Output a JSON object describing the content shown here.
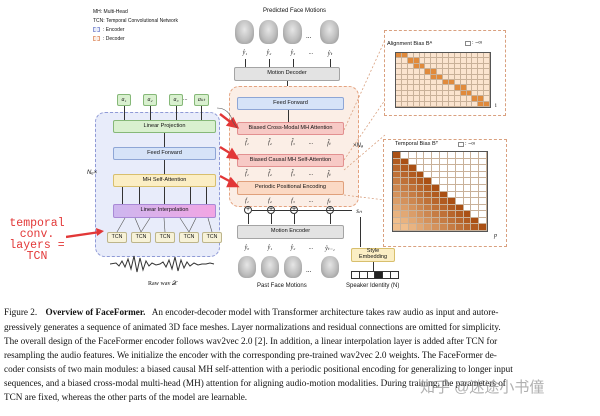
{
  "legend": {
    "mh": "MH:  Multi-Head",
    "tcn": "TCN:  Temporal Convolutional Network",
    "encoder": ": Encoder",
    "decoder": ": Decoder"
  },
  "encoder": {
    "outputs": [
      "a₁",
      "a₂",
      "a₃",
      "...",
      "aₖₜ"
    ],
    "linear_projection": "Linear Projection",
    "feed_forward": "Feed Forward",
    "mh_self_attention": "MH Self-Attention",
    "linear_interpolation": "Linear Interpolation",
    "tcn_label": "TCN",
    "repeat": "Nₑ×",
    "raw_wav": "Raw wav 𝒳"
  },
  "decoder": {
    "predicted_title": "Predicted Face Motions",
    "pred_tokens": [
      "ŷ₁",
      "ŷ₂",
      "ŷ₃",
      "...",
      "ŷₜ"
    ],
    "motion_decoder": "Motion Decoder",
    "feed_forward": "Feed Forward",
    "cross_attention": "Biased Cross-Modal MH Attention",
    "causal_attention": "Biased Causal MH Self-Attention",
    "ppe": "Periodic Positional Encoding",
    "repeat": "×Nₔ",
    "hidden_tokens": [
      "f̂₁",
      "f̂₂",
      "f̂₃",
      "...",
      "f̂ₜ"
    ],
    "f_tokens": [
      "f₁",
      "f₂",
      "f₃",
      "...",
      "fₜ"
    ],
    "sn": "sₙ",
    "motion_encoder": "Motion Encoder",
    "style_embedding": "Style Embedding",
    "past_tokens": [
      "ŷ₀",
      "ŷ₁",
      "ŷ₂",
      "...",
      "ŷₜ₋₁"
    ],
    "past_title": "Past Face Motions",
    "speaker_title": "Speaker Identity (N)"
  },
  "bias": {
    "alignment_title": "Alignment Bias Bᴬ",
    "temporal_title": "Temporal Bias Bᵀ",
    "neg_inf": ": −∞",
    "p_label": "p",
    "i_label": "i"
  },
  "annotation": {
    "lines": [
      "temporal",
      "conv.",
      "layers =",
      "TCN"
    ]
  },
  "caption": {
    "line1_prefix": "Figure 2.",
    "line1_bold": "Overview of FaceFormer.",
    "line1_rest": "An encoder-decoder model with Transformer architecture takes raw audio as input and autore-",
    "line2": "gressively generates a sequence of animated 3D face meshes. Layer normalizations and residual connections are omitted for simplicity.",
    "line3": "The overall design of the FaceFormer encoder follows wav2vec 2.0 [2]. In addition, a linear interpolation layer is added after TCN for",
    "line4": "resampling the audio features. We initialize the encoder with the corresponding pre-trained wav2vec 2.0 weights. The FaceFormer de-",
    "line5": "coder consists of two main modules: a biased causal MH self-attention with a periodic positional encoding for generalizing to longer input",
    "line6": "sequences, and a biased cross-modal multi-head (MH) attention for aligning audio-motion modalities. During training, the parameters of",
    "line7": "TCN are fixed, whereas the other parts of the model are learnable."
  },
  "watermark": "知乎 @迷途小书僮"
}
